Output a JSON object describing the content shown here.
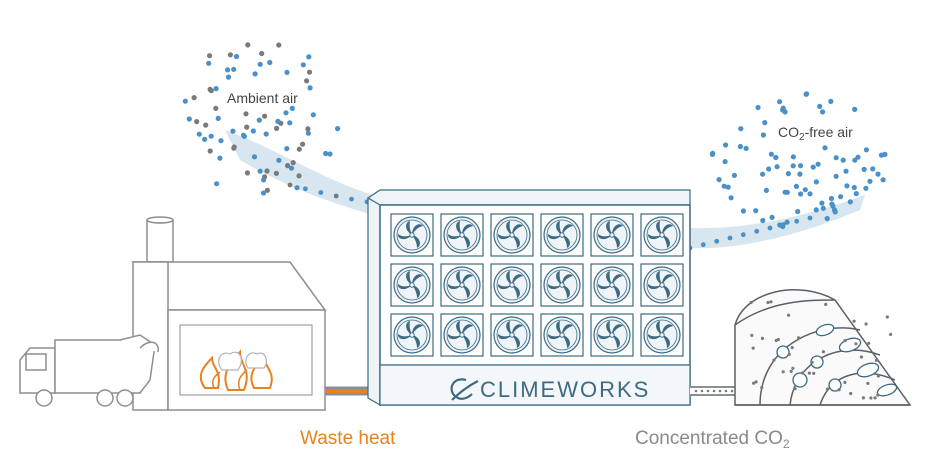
{
  "labels": {
    "ambient_air": "Ambient air",
    "co2_free_air_prefix": "CO",
    "co2_free_air_sub": "2",
    "co2_free_air_suffix": "-free air",
    "waste_heat": "Waste heat",
    "concentrated_co2_prefix": "Concentrated CO",
    "concentrated_co2_sub": "2"
  },
  "brand": {
    "name": "CLIMEWORKS"
  },
  "colors": {
    "outline": "#8a8f94",
    "unit_outline": "#3d6a83",
    "fan_fill": "#dfeaf2",
    "heat": "#e8821e",
    "dot_blue": "#4a90c9",
    "dot_gray": "#7a7a7a",
    "stream": "#c8dbea"
  },
  "icons": {
    "factory": "factory-icon",
    "truck": "garbage-truck-icon",
    "fire": "fire-icon",
    "fan": "fan-icon",
    "greenhouse": "greenhouse-icon",
    "logo": "climeworks-logo-icon"
  }
}
